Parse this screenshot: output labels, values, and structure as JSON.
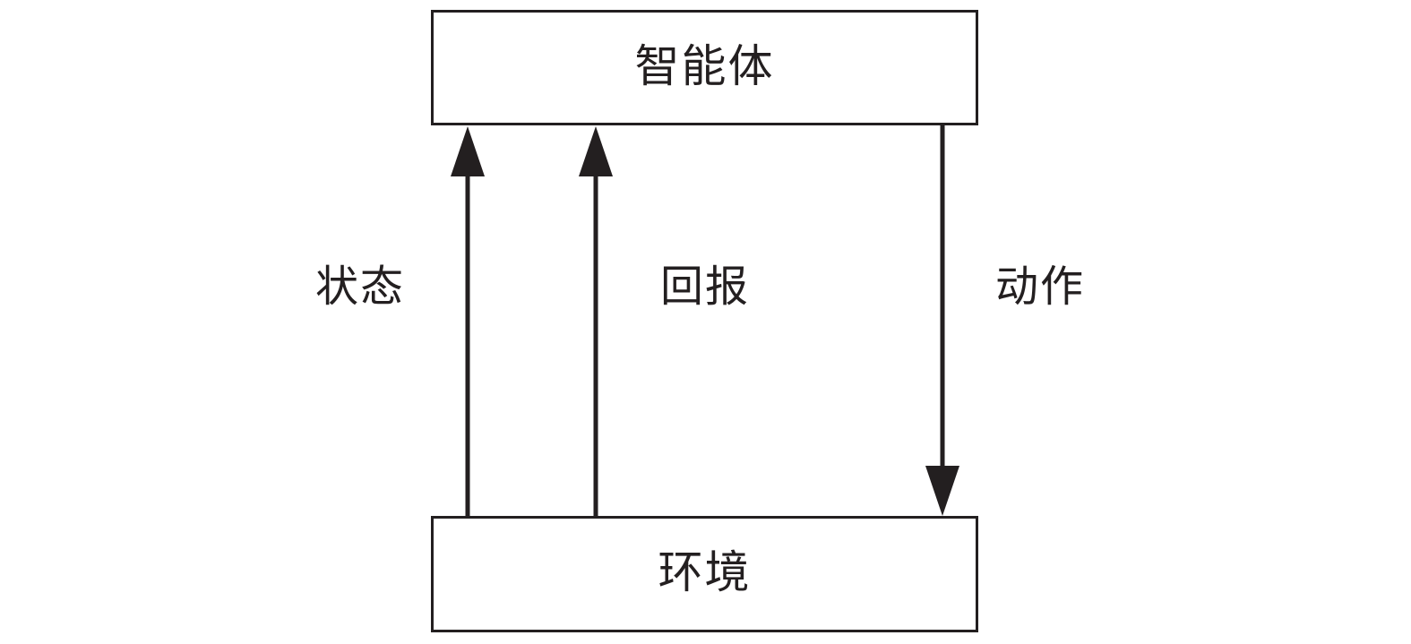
{
  "nodes": {
    "agent": {
      "label": "智能体"
    },
    "environment": {
      "label": "环境"
    }
  },
  "edges": {
    "state": {
      "label": "状态",
      "from": "environment",
      "to": "agent"
    },
    "reward": {
      "label": "回报",
      "from": "environment",
      "to": "agent"
    },
    "action": {
      "label": "动作",
      "from": "agent",
      "to": "environment"
    }
  },
  "colors": {
    "stroke": "#231f20",
    "background": "#ffffff"
  }
}
